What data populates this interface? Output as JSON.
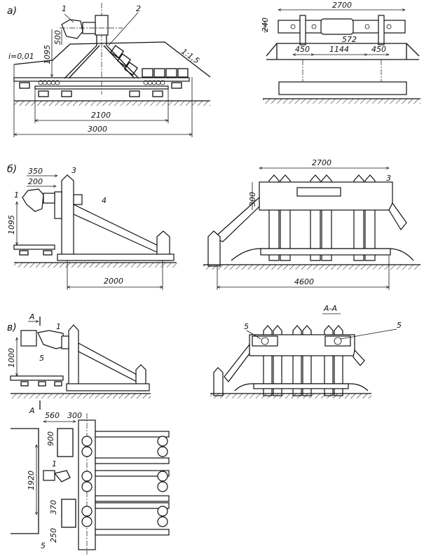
{
  "panels": {
    "a": {
      "label": "а)",
      "callouts": [
        "1",
        "2"
      ],
      "slope_label": "i=0,01",
      "embankment_slope": "1:1,5",
      "dims": {
        "height": "1095",
        "coupler_height": "500",
        "base": "2100",
        "total": "3000"
      },
      "end_view": {
        "dims": {
          "width": "2700",
          "beam_height": "240",
          "offset": "572",
          "left": "450",
          "center": "1144",
          "right": "450"
        }
      }
    },
    "b": {
      "label": "б)",
      "callouts": [
        "1",
        "3",
        "4"
      ],
      "dims": {
        "d350": "350",
        "d200": "200",
        "height": "1095",
        "base": "2000"
      },
      "end_view": {
        "callout": "3",
        "dims": {
          "width": "2700",
          "beam_height": "300",
          "total": "4600"
        }
      }
    },
    "v": {
      "label": "в)",
      "section_mark": "А",
      "callouts": [
        "1",
        "5"
      ],
      "dims": {
        "height": "1000"
      },
      "section": {
        "title": "А-А",
        "callouts": [
          "5",
          "5"
        ]
      },
      "plan": {
        "dims": {
          "d560": "560",
          "d300": "300",
          "d900": "900",
          "d1920": "1920",
          "d370": "370",
          "d250": "250"
        },
        "callouts": [
          "1",
          "5"
        ]
      }
    }
  }
}
